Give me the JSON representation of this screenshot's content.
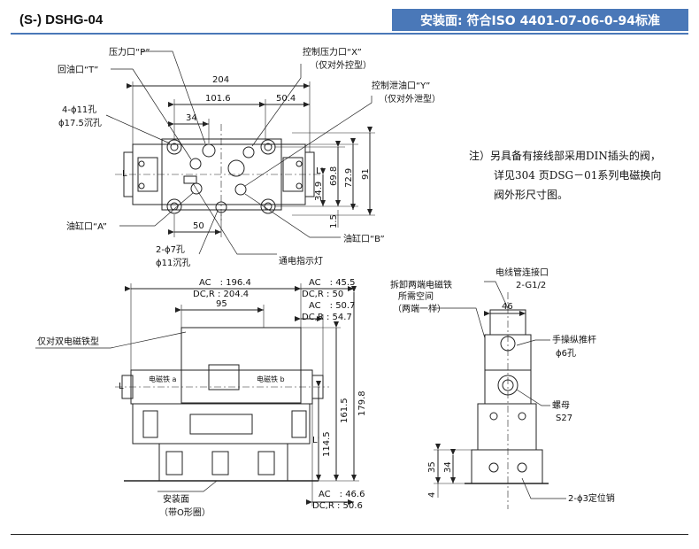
{
  "header": {
    "model": "(S-) DSHG-04",
    "standard": "安装面: 符合ISO 4401-07-06-0-94标准"
  },
  "top_view": {
    "port_p": "压力口“P”",
    "port_x": "控制压力口“X”",
    "port_x_note": "（仅对外控型）",
    "port_t": "回油口“T”",
    "port_y": "控制泄油口“Y”",
    "port_y_note": "（仅对外泄型）",
    "holes_1": "4-ϕ11孔",
    "holes_2": "ϕ17.5沉孔",
    "port_a": "油缸口“A”",
    "port_b": "油缸口“B”",
    "pin_1": "2-ϕ7孔",
    "pin_2": "ϕ11沉孔",
    "lamp": "通电指示灯",
    "dim_204": "204",
    "dim_101_6": "101.6",
    "dim_50_4": "50.4",
    "dim_34": "34",
    "dim_50": "50",
    "dim_34_9": "34.9",
    "dim_69_8": "69.8",
    "dim_72_9": "72.9",
    "dim_91": "91",
    "dim_1_5": "1.5",
    "label_l": "L",
    "label_l2": "L'"
  },
  "front_view": {
    "ac_196": "AC　: 196.4",
    "dc_204": "DC,R : 204.4",
    "dim_95": "95",
    "ac_45": "AC　: 45.5",
    "dc_50": "DC,R : 50",
    "ac_50": "AC　: 50.7",
    "dc_54": "DC,R : 54.7",
    "dual_only": "仅对双电磁铁型",
    "sol_a": "电磁铁 a",
    "sol_b": "电磁铁 b",
    "dim_114_5": "114.5",
    "dim_161_5": "161.5",
    "dim_179_8": "179.8",
    "ac_46": "AC　: 46.6",
    "dc_50_6": "DC,R : 50.6",
    "mount_face": "安装面",
    "with_oring": "（带O形圈）",
    "label_l": "L",
    "label_l2": "L'"
  },
  "side_view": {
    "removal_1": "拆卸两端电磁铁",
    "removal_2": "所需空间",
    "removal_3": "（两端一样）",
    "conduit": "电线管连接口",
    "thread": "2-G1/2",
    "dim_46": "46",
    "lever": "手操纵推杆",
    "hole_6": "ϕ6孔",
    "nut": "螺母",
    "s27": "S27",
    "dim_35": "35",
    "dim_34": "34",
    "dim_4": "4",
    "pins": "2-ϕ3定位销"
  },
  "note": {
    "line1": "注）另具备有接线部采用DIN插头的阀，",
    "line2": "详见304 页DSG－01系列电磁换向",
    "line3": "阀外形尺寸图。"
  },
  "colors": {
    "banner": "#4a78b8",
    "line": "#222222"
  }
}
